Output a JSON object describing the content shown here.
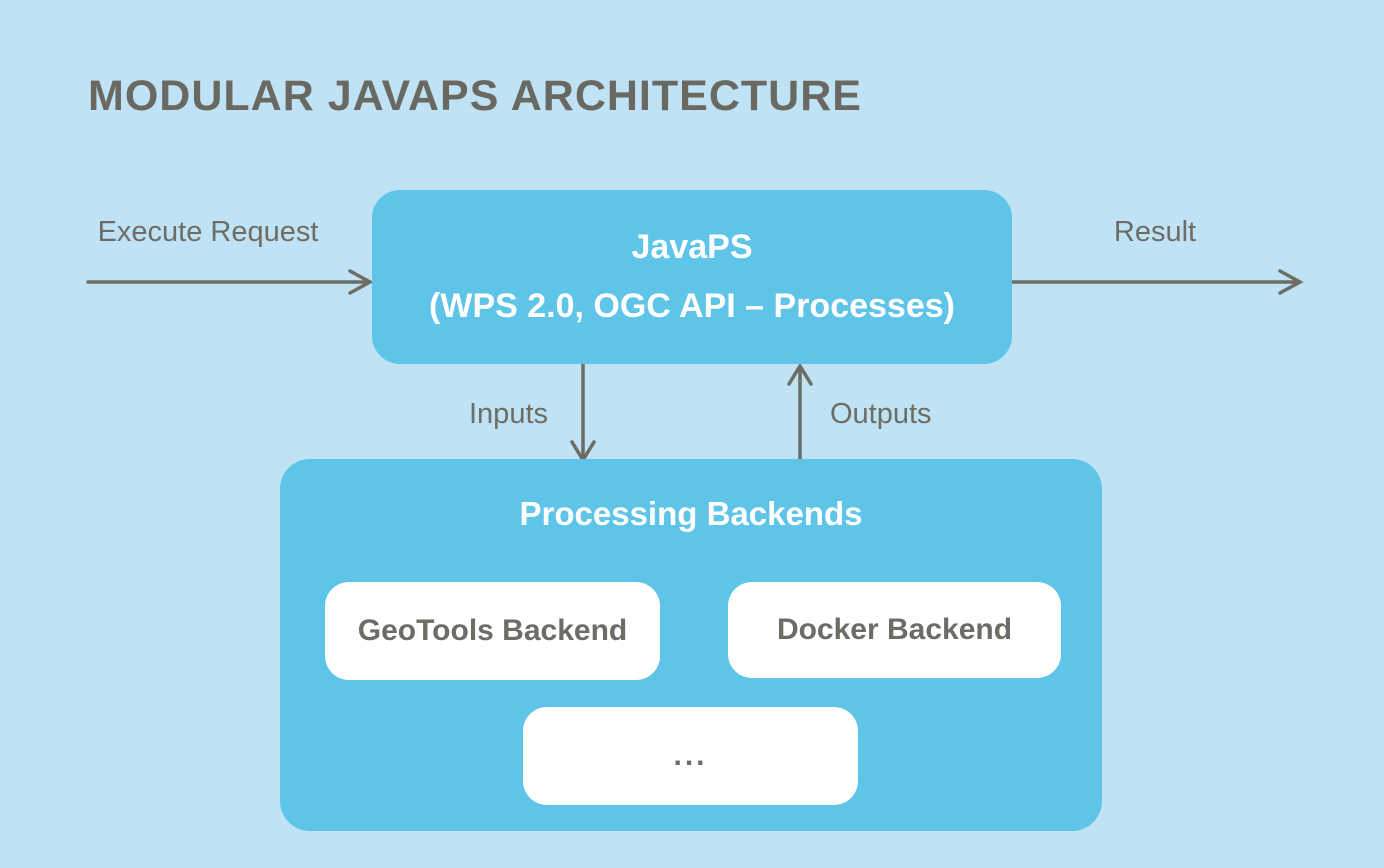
{
  "title": "MODULAR JAVAPS ARCHITECTURE",
  "colors": {
    "background": "#bfe3f4",
    "node_blue": "#5ec4e8",
    "node_white": "#ffffff",
    "text_gray": "#6d6d66",
    "title_gray": "#696962",
    "arrow_gray": "#6d6d66"
  },
  "nodes": {
    "javaps": {
      "title": "JavaPS",
      "subtitle": "(WPS 2.0, OGC API – Processes)"
    },
    "processing_backends": {
      "title": "Processing Backends",
      "children": [
        {
          "label": "GeoTools Backend"
        },
        {
          "label": "Docker Backend"
        },
        {
          "label": "..."
        }
      ]
    }
  },
  "arrows": {
    "execute_request": "Execute Request",
    "result": "Result",
    "inputs": "Inputs",
    "outputs": "Outputs"
  }
}
